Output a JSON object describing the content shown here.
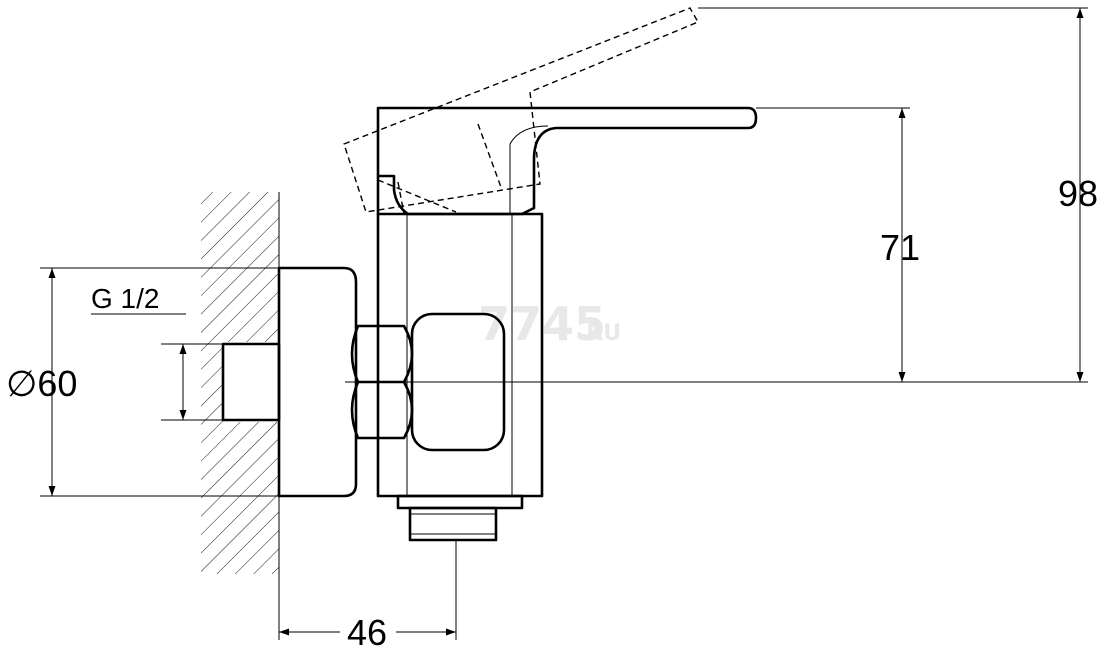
{
  "dimensions": {
    "thread": "G 1/2",
    "diameter": "∅60",
    "depth": "46",
    "height_spout": "71",
    "height_total": "98"
  },
  "watermark": {
    "main": "7745",
    "suffix": ".RU"
  }
}
